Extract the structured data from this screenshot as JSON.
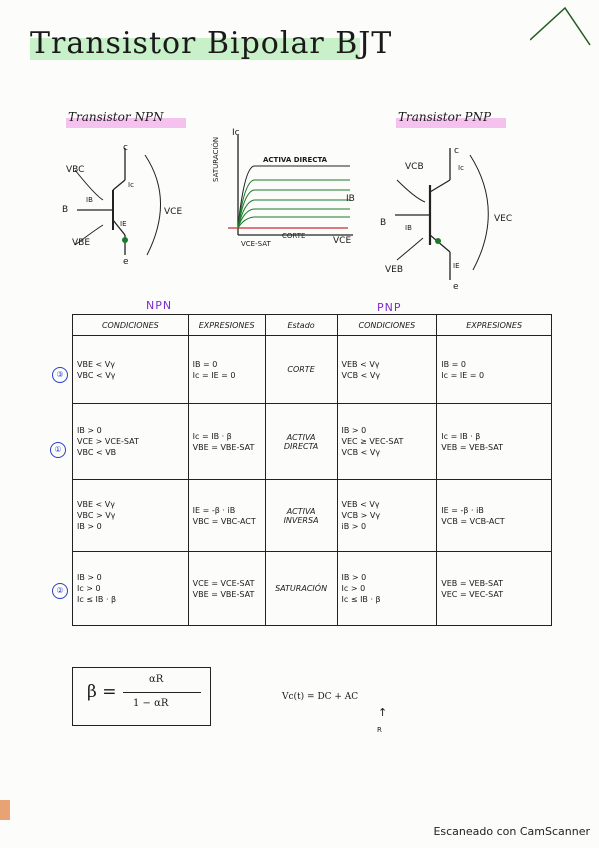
{
  "title": "Transistor  Bipolar  BJT",
  "npn_section": {
    "subtitle": "Transistor NPN",
    "labels": {
      "c": "c",
      "b": "B",
      "e": "e",
      "ib": "IB",
      "ic": "Ic",
      "ie": "IE",
      "vbc": "VBC",
      "vbe": "VBE",
      "vce": "VCE"
    }
  },
  "pnp_section": {
    "subtitle": "Transistor PNP",
    "labels": {
      "c": "c",
      "b": "B",
      "e": "e",
      "ib": "IB",
      "ic": "Ic",
      "ie": "IE",
      "vcb": "VCB",
      "veb": "VEB",
      "vec": "VEC"
    }
  },
  "graph": {
    "yaxis": "Ic",
    "xaxis": "VCE",
    "region_active": "ACTIVA DIRECTA",
    "region_sat": "SATURACIÓN",
    "region_cut": "CORTE",
    "vsat": "VCE-SAT",
    "ib_arrow": "IB"
  },
  "table": {
    "npn_header": "NPN",
    "pnp_header": "PNP",
    "headers": [
      "CONDICIONES",
      "EXPRESIONES",
      "Estado",
      "CONDICIONES",
      "EXPRESIONES"
    ],
    "rows": [
      {
        "marker": "③",
        "npn_cond": [
          "VBE < Vγ",
          "VBC < Vγ"
        ],
        "npn_expr": [
          "IB = 0",
          "Ic = IE = 0"
        ],
        "estado": "CORTE",
        "pnp_cond": [
          "VEB < Vγ",
          "VCB < Vγ"
        ],
        "pnp_expr": [
          "IB = 0",
          "Ic = IE = 0"
        ]
      },
      {
        "marker": "①",
        "npn_cond": [
          "IB > 0",
          "VCE > VCE-SAT",
          "VBC < VB"
        ],
        "npn_expr": [
          "Ic = IB · β",
          "VBE = VBE-SAT"
        ],
        "estado": "ACTIVA DIRECTA",
        "pnp_cond": [
          "IB > 0",
          "VEC ≥ VEC-SAT",
          "VCB < Vγ"
        ],
        "pnp_expr": [
          "Ic = IB · β",
          "VEB = VEB-SAT"
        ]
      },
      {
        "marker": "",
        "npn_cond": [
          "VBE < Vγ",
          "VBC > Vγ",
          "IB > 0"
        ],
        "npn_expr": [
          "IE = -β · iB",
          "VBC = VBC-ACT"
        ],
        "estado": "ACTIVA INVERSA",
        "pnp_cond": [
          "VEB < Vγ",
          "VCB > Vγ",
          "iB > 0"
        ],
        "pnp_expr": [
          "IE = -β · iB",
          "VCB = VCB-ACT"
        ]
      },
      {
        "marker": "②",
        "npn_cond": [
          "IB > 0",
          "Ic > 0",
          "Ic ≤ IB · β"
        ],
        "npn_expr": [
          "VCE = VCE-SAT",
          "VBE = VBE-SAT"
        ],
        "estado": "SATURACIÓN",
        "pnp_cond": [
          "IB > 0",
          "Ic > 0",
          "Ic ≤ IB · β"
        ],
        "pnp_expr": [
          "VEB = VEB-SAT",
          "VEC = VEC-SAT"
        ]
      }
    ]
  },
  "formula": {
    "lhs": "β =",
    "numerator": "αR",
    "denominator": "1 − αR"
  },
  "note": {
    "expr": "Vc(t) = DC + AC",
    "arrow": "↑",
    "r": "R"
  },
  "footer": "Escaneado con CamScanner",
  "colors": {
    "title_highlight": "#bfeec0",
    "subtitle_highlight": "#f2b3ee",
    "marker": "#2a3fc8",
    "column_header": "#7d2bd0"
  }
}
